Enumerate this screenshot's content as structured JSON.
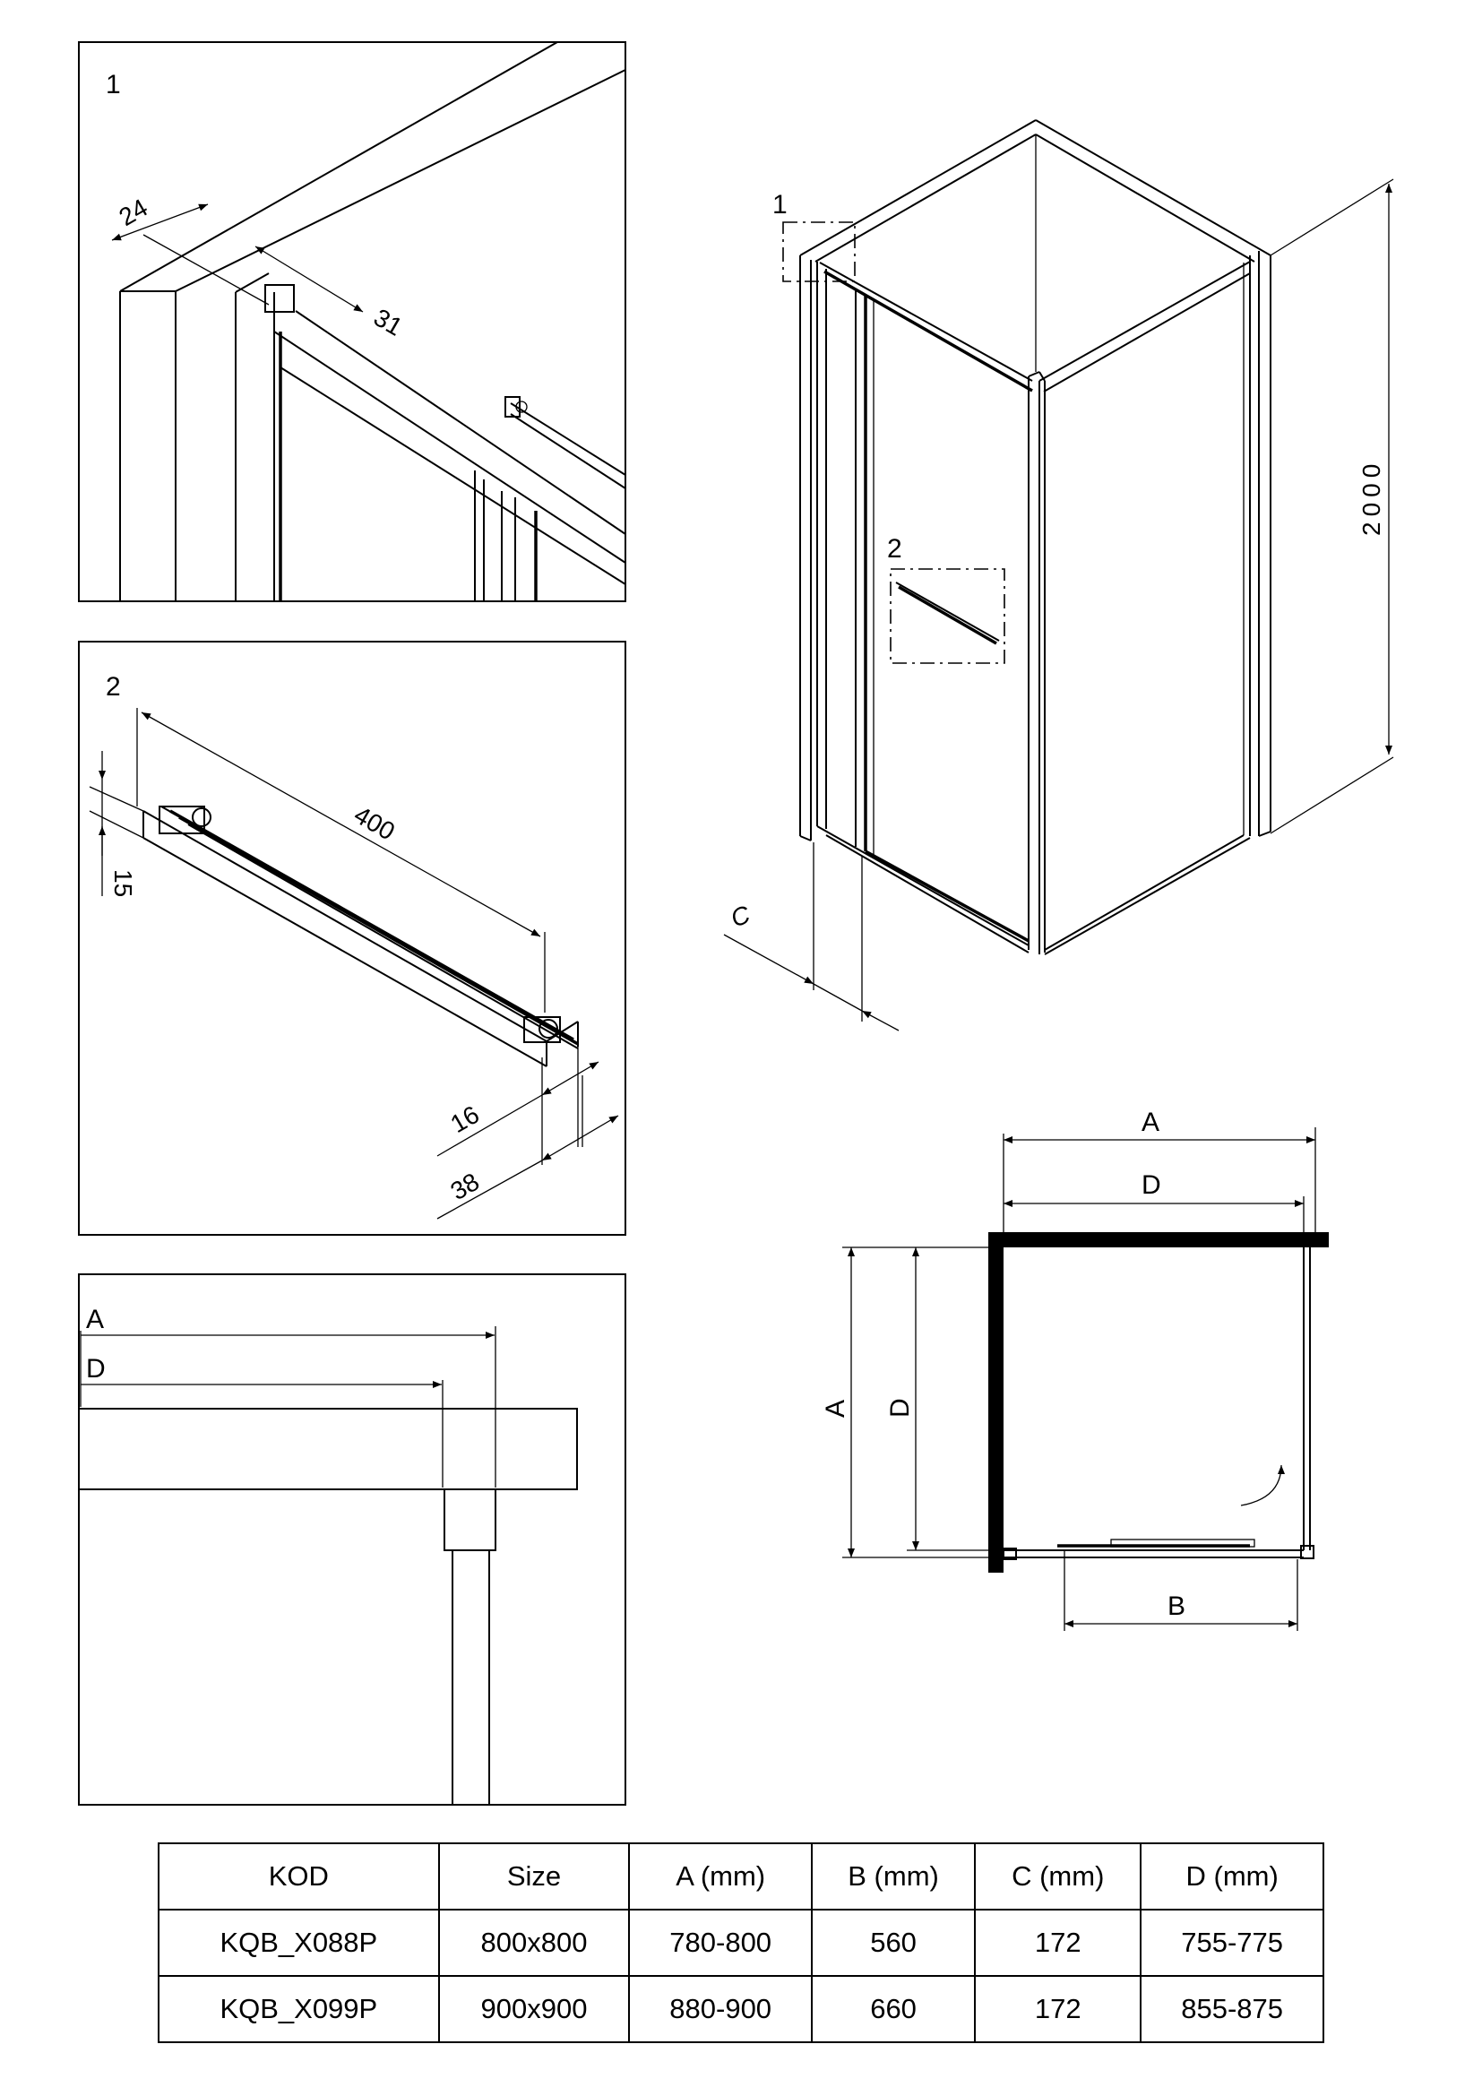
{
  "detail_1": {
    "label": "1",
    "dims": [
      "24",
      "31"
    ]
  },
  "detail_2": {
    "label": "2",
    "dims": [
      "400",
      "15",
      "16",
      "38"
    ]
  },
  "detail_3": {
    "labels": [
      "A",
      "D"
    ]
  },
  "iso_view": {
    "callout_1": "1",
    "callout_2": "2",
    "height": "2000",
    "depth": "C"
  },
  "plan_view": {
    "labels": [
      "A",
      "D",
      "A",
      "D",
      "B"
    ]
  },
  "spec_table": {
    "headers": [
      "KOD",
      "Size",
      "A (mm)",
      "B (mm)",
      "C (mm)",
      "D (mm)"
    ],
    "rows": [
      [
        "KQB_X088P",
        "800x800",
        "780-800",
        "560",
        "172",
        "755-775"
      ],
      [
        "KQB_X099P",
        "900x900",
        "880-900",
        "660",
        "172",
        "855-875"
      ]
    ]
  }
}
